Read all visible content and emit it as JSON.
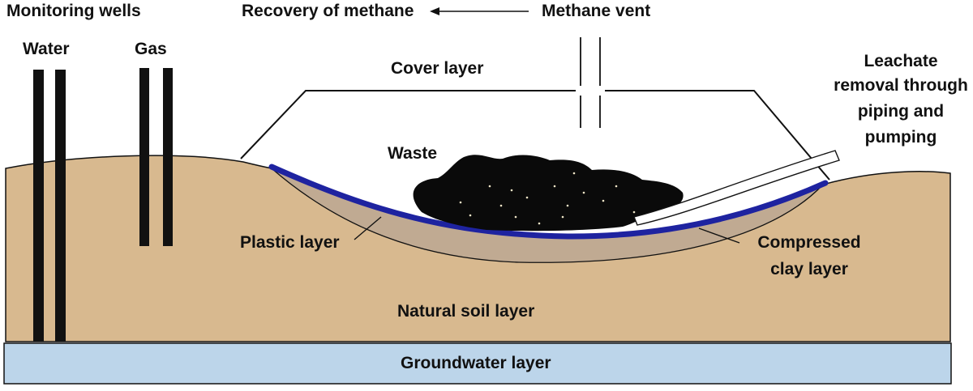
{
  "labels": {
    "monitoring_wells": "Monitoring wells",
    "water": "Water",
    "gas": "Gas",
    "recovery_of_methane": "Recovery of methane",
    "methane_vent": "Methane vent",
    "cover_layer": "Cover layer",
    "leachate_line1": "Leachate",
    "leachate_line2": "removal through",
    "leachate_line3": "piping and",
    "leachate_line4": "pumping",
    "waste": "Waste",
    "plastic_layer": "Plastic layer",
    "compressed_line1": "Compressed",
    "compressed_line2": "clay layer",
    "natural_soil_layer": "Natural soil layer",
    "groundwater_layer": "Groundwater layer"
  },
  "colors": {
    "soil": "#d8b98f",
    "clay": "#c0aa92",
    "plastic": "#1e23a0",
    "waste": "#0a0a0a",
    "groundwater": "#bcd5ea",
    "outline": "#111111",
    "pipe": "#ffffff"
  }
}
